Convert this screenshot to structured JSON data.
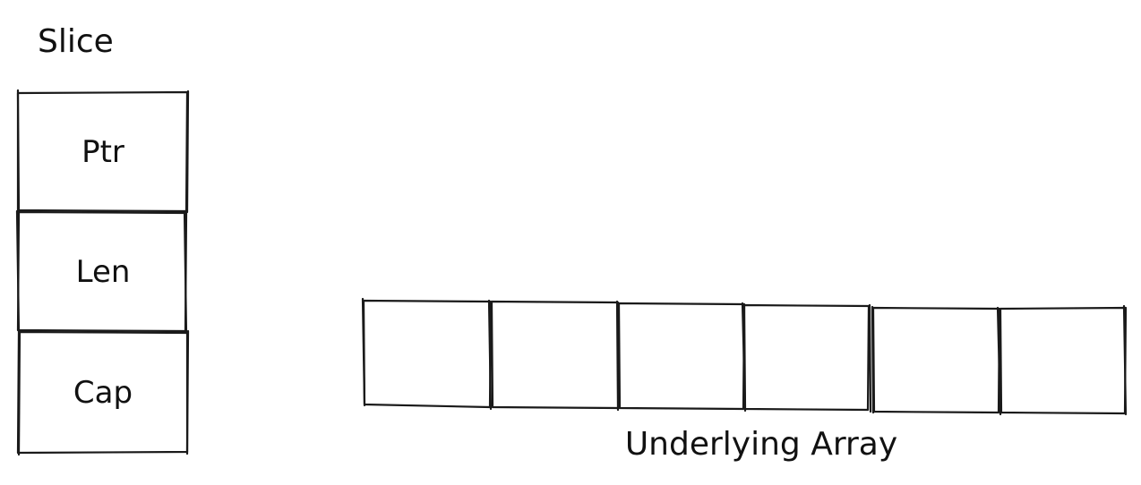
{
  "slice": {
    "title": "Slice",
    "fields": [
      "Ptr",
      "Len",
      "Cap"
    ]
  },
  "array": {
    "label": "Underlying Array",
    "cell_count": 6
  },
  "colors": {
    "stroke": "#1a1a1a",
    "background": "#ffffff"
  }
}
